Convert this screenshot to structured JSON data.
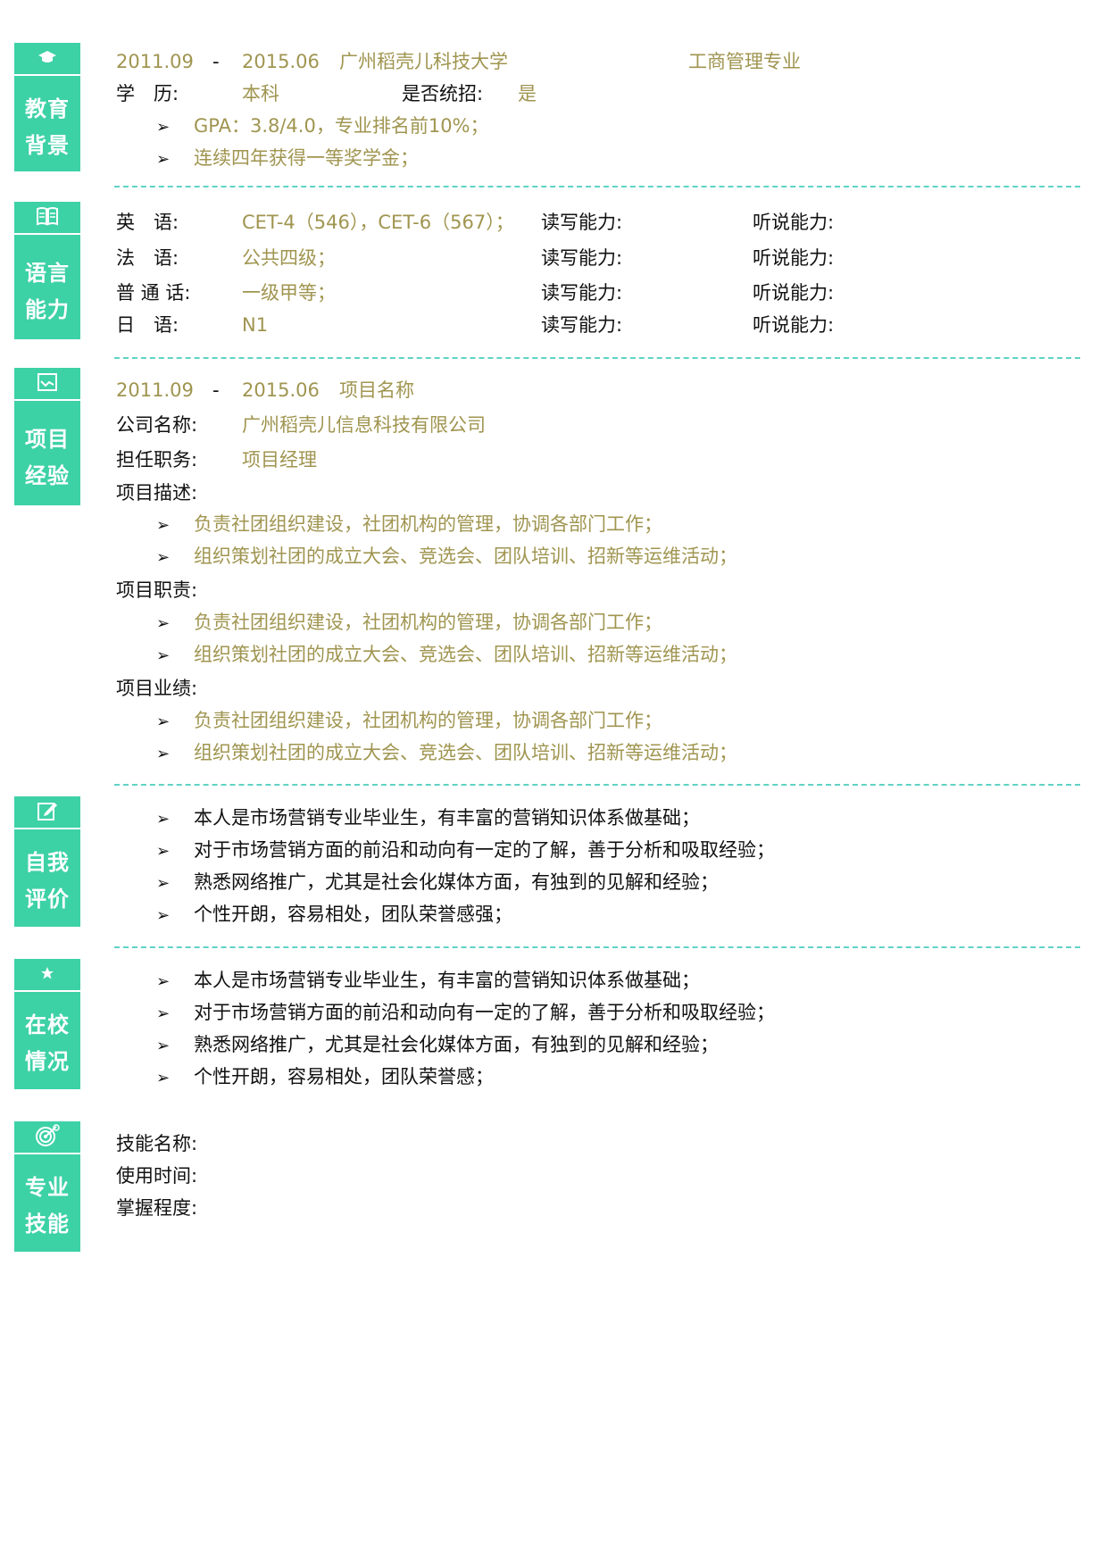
{
  "education": {
    "title_line1": "教育",
    "title_line2": "背景",
    "start": "2011.09",
    "dash": "-",
    "end": "2015.06",
    "school": "广州稻壳儿科技大学",
    "major": "工商管理专业",
    "degree_label": "学　历:",
    "degree_value": "本科",
    "unified_label": "是否统招:",
    "unified_value": "是",
    "bullets": [
      "GPA：3.8/4.0，专业排名前10%；",
      "连续四年获得一等奖学金；"
    ]
  },
  "language": {
    "title_line1": "语言",
    "title_line2": "能力",
    "rows": [
      {
        "label": "英　语:",
        "value": "CET-4（546），CET-6（567）；",
        "read": "读写能力:",
        "listen": "听说能力:"
      },
      {
        "label": "法　语:",
        "value": "公共四级；",
        "read": "读写能力:",
        "listen": "听说能力:"
      },
      {
        "label": "普 通 话:",
        "value": "一级甲等；",
        "read": "读写能力:",
        "listen": "听说能力:"
      },
      {
        "label": "日　语:",
        "value": "N1",
        "read": "读写能力:",
        "listen": "听说能力:"
      }
    ]
  },
  "project": {
    "title_line1": "项目",
    "title_line2": "经验",
    "start": "2011.09",
    "dash": "-",
    "end": "2015.06",
    "name": "项目名称",
    "company_label": "公司名称:",
    "company_value": "广州稻壳儿信息科技有限公司",
    "role_label": "担任职务:",
    "role_value": "项目经理",
    "desc_label": "项目描述:",
    "desc_bullets": [
      "负责社团组织建设，社团机构的管理，协调各部门工作；",
      "组织策划社团的成立大会、竞选会、团队培训、招新等运维活动；"
    ],
    "duty_label": "项目职责:",
    "duty_bullets": [
      "负责社团组织建设，社团机构的管理，协调各部门工作；",
      "组织策划社团的成立大会、竞选会、团队培训、招新等运维活动；"
    ],
    "result_label": "项目业绩:",
    "result_bullets": [
      "负责社团组织建设，社团机构的管理，协调各部门工作；",
      "组织策划社团的成立大会、竞选会、团队培训、招新等运维活动；"
    ]
  },
  "self_eval": {
    "title_line1": "自我",
    "title_line2": "评价",
    "bullets": [
      "本人是市场营销专业毕业生，有丰富的营销知识体系做基础；",
      "对于市场营销方面的前沿和动向有一定的了解，善于分析和吸取经验；",
      "熟悉网络推广，尤其是社会化媒体方面，有独到的见解和经验；",
      "个性开朗，容易相处，团队荣誉感强；"
    ]
  },
  "campus": {
    "title_line1": "在校",
    "title_line2": "情况",
    "bullets": [
      "本人是市场营销专业毕业生，有丰富的营销知识体系做基础；",
      "对于市场营销方面的前沿和动向有一定的了解，善于分析和吸取经验；",
      "熟悉网络推广，尤其是社会化媒体方面，有独到的见解和经验；",
      "个性开朗，容易相处，团队荣誉感；"
    ]
  },
  "skills": {
    "title_line1": "专业",
    "title_line2": "技能",
    "name_label": "技能名称:",
    "time_label": "使用时间:",
    "level_label": "掌握程度:"
  },
  "arrow_glyph": "➢",
  "colors": {
    "accent": "#3dd1a6",
    "gold_text": "#a09550",
    "divider": "#5fd3c5"
  }
}
